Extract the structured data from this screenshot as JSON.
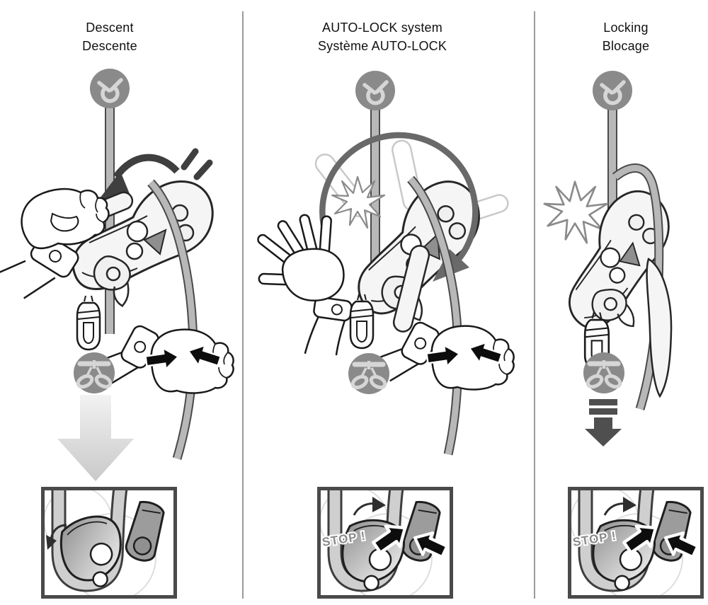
{
  "diagram": {
    "title": "descender-use-instructions",
    "panels": [
      {
        "id": "descent",
        "title": {
          "en": "Descent",
          "fr": "Descente"
        },
        "anchor_icon": "anchor-carabiner-icon",
        "harness_icon": "harness-icon",
        "hand_action": "gloved-hand-pulls-handle, brake-hand-grips-rope",
        "motion_arrow": "large-light-arrow-down (descending)",
        "inset": {
          "stop_label": "",
          "detail": "cam-released, small-counterclockwise-arrow"
        }
      },
      {
        "id": "auto-lock",
        "title": {
          "en": "AUTO-LOCK system",
          "fr": "Système AUTO-LOCK"
        },
        "anchor_icon": "anchor-carabiner-icon",
        "harness_icon": "harness-icon",
        "hand_action": "open-hand-releases-handle, brake-hand-grips-rope",
        "motion_arrow": "large-circular-arrow-clockwise (handle swings back)",
        "inset": {
          "stop_label": "STOP !",
          "detail": "cam-engages-catch, black-arrows"
        }
      },
      {
        "id": "locking",
        "title": {
          "en": "Locking",
          "fr": "Blocage"
        },
        "anchor_icon": "anchor-carabiner-icon",
        "harness_icon": "harness-icon",
        "hand_action": "no-hands, handle-folded-down",
        "motion_arrow": "short-dark-arrow-down-with-stop-bars (locked)",
        "inset": {
          "stop_label": "STOP !",
          "detail": "cam-engages-catch, black-arrows"
        }
      }
    ],
    "colors": {
      "background": "#ffffff",
      "outline": "#262626",
      "rope_fill": "#b8b8b8",
      "rope_edge": "#4a4a4a",
      "icon_circle": "#8a8a8a",
      "icon_glyph": "#d6d6d6",
      "rotation_arrow": "#696969",
      "handle_arrow": "#3f3f3f",
      "grip_arrow": "#0d0d0d",
      "descent_arrow_light": "#f2f2f2",
      "descent_arrow_dark": "#c9c9c9",
      "lock_arrow": "#4f4f4f",
      "inset_border": "#4a4a4a",
      "stop_text": "#8a8a8a",
      "divider": "#9a9a9a"
    }
  }
}
